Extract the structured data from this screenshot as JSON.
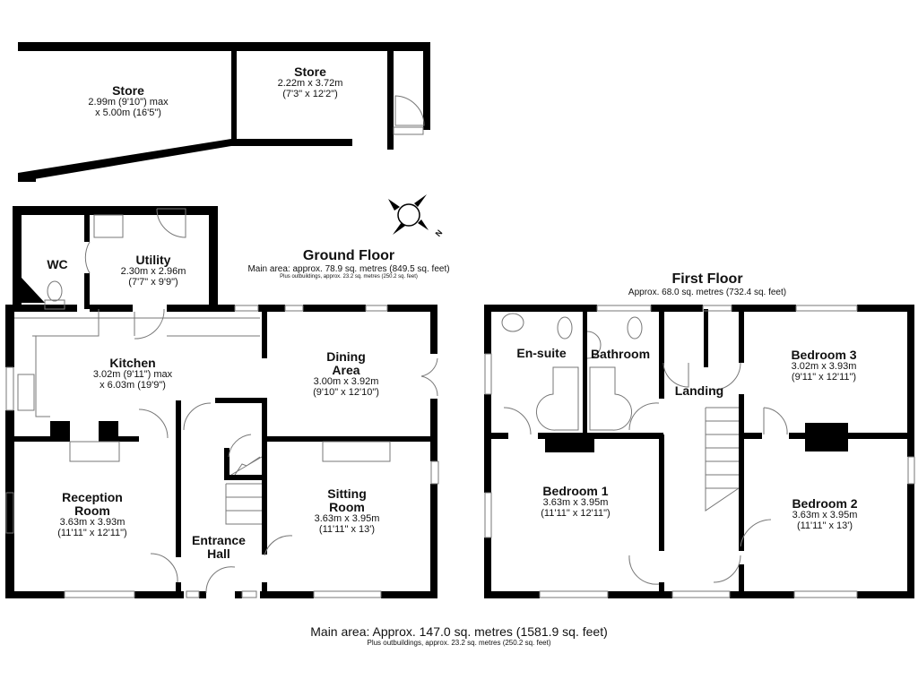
{
  "outbuildings": {
    "store_large": {
      "name": "Store",
      "dim1": "2.99m (9'10\") max",
      "dim2": "x 5.00m (16'5\")"
    },
    "store_small": {
      "name": "Store",
      "dim1": "2.22m x 3.72m",
      "dim2": "(7'3\" x 12'2\")"
    }
  },
  "ground_floor": {
    "title": "Ground Floor",
    "area": "Main area: approx. 78.9 sq. metres (849.5 sq. feet)",
    "outbuildings_area": "Plus outbuildings, approx. 23.2 sq. metres (250.2 sq. feet)",
    "rooms": {
      "wc": {
        "name": "WC"
      },
      "utility": {
        "name": "Utility",
        "dim1": "2.30m x 2.96m",
        "dim2": "(7'7\" x 9'9\")"
      },
      "kitchen": {
        "name": "Kitchen",
        "dim1": "3.02m (9'11\") max",
        "dim2": "x 6.03m (19'9\")"
      },
      "dining": {
        "name1": "Dining",
        "name2": "Area",
        "dim1": "3.00m x 3.92m",
        "dim2": "(9'10\" x 12'10\")"
      },
      "reception": {
        "name1": "Reception",
        "name2": "Room",
        "dim1": "3.63m x 3.93m",
        "dim2": "(11'11\" x 12'11\")"
      },
      "sitting": {
        "name1": "Sitting",
        "name2": "Room",
        "dim1": "3.63m x 3.95m",
        "dim2": "(11'11\" x 13')"
      },
      "entrance": {
        "name1": "Entrance",
        "name2": "Hall"
      }
    }
  },
  "first_floor": {
    "title": "First Floor",
    "area": "Approx. 68.0 sq. metres (732.4 sq. feet)",
    "rooms": {
      "ensuite": {
        "name": "En-suite"
      },
      "bathroom": {
        "name": "Bathroom"
      },
      "landing": {
        "name": "Landing"
      },
      "bedroom1": {
        "name": "Bedroom 1",
        "dim1": "3.63m x 3.95m",
        "dim2": "(11'11\" x 12'11\")"
      },
      "bedroom2": {
        "name": "Bedroom 2",
        "dim1": "3.63m x 3.95m",
        "dim2": "(11'11\" x 13')"
      },
      "bedroom3": {
        "name": "Bedroom 3",
        "dim1": "3.02m x 3.93m",
        "dim2": "(9'11\" x 12'11\")"
      }
    }
  },
  "compass": {
    "north_label": "N"
  },
  "footer": {
    "main_area": "Main area: Approx. 147.0 sq. metres (1581.9 sq. feet)",
    "outbuildings": "Plus outbuildings, approx. 23.2 sq. metres (250.2 sq. feet)"
  },
  "colors": {
    "wall": "#000000",
    "fixture": "#777777",
    "background": "#ffffff"
  }
}
